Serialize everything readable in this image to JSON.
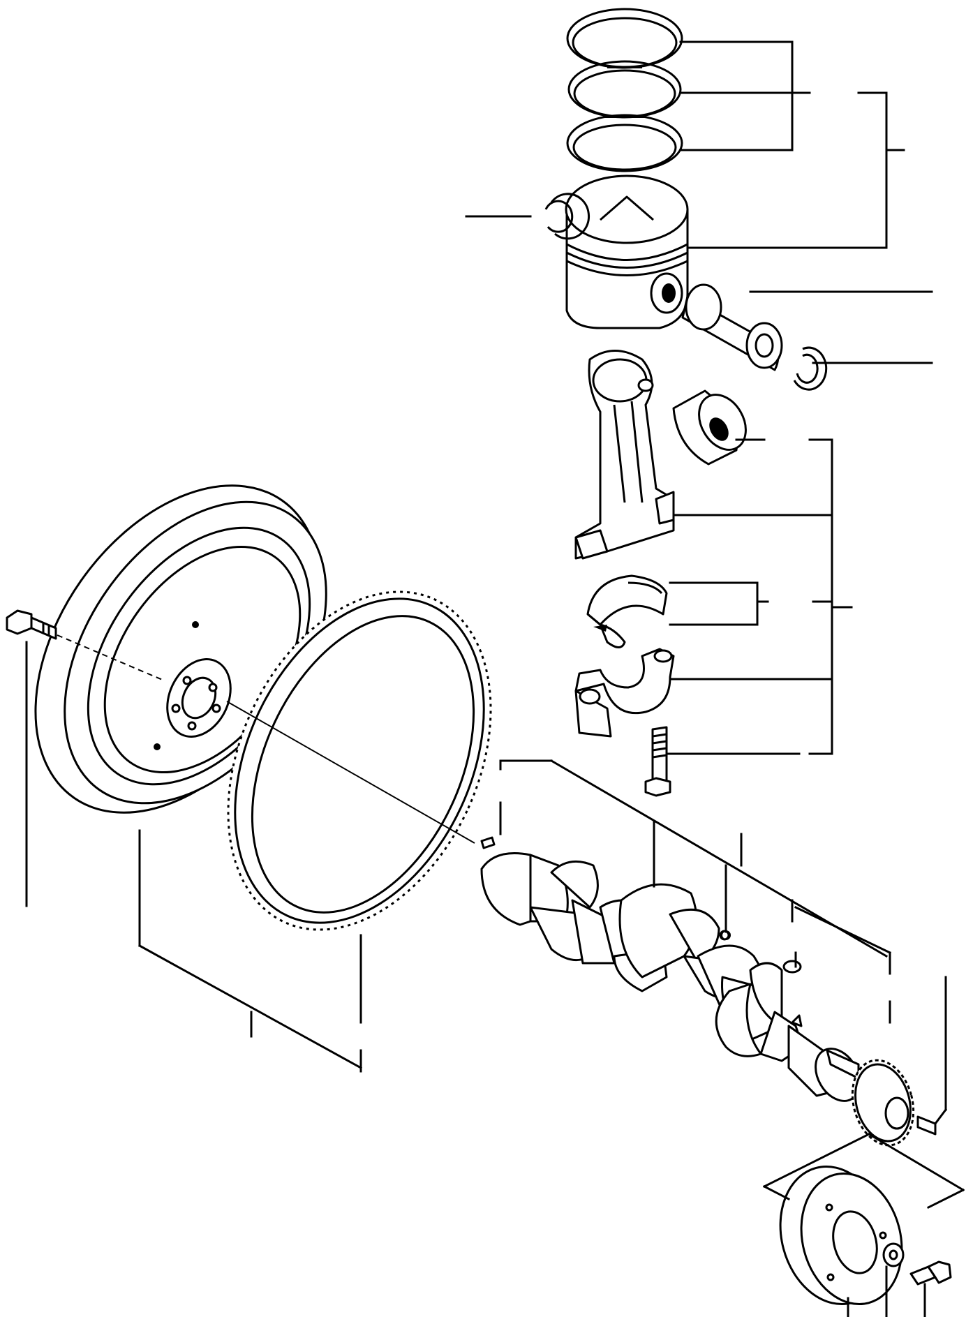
{
  "diagram": {
    "type": "exploded-parts-diagram",
    "colors": {
      "ink": "#000000",
      "paper": "#ffffff"
    },
    "parts": [
      {
        "name": "piston-ring-set",
        "icon": "piston-rings-icon"
      },
      {
        "name": "piston",
        "icon": "piston-icon"
      },
      {
        "name": "snap-ring-left",
        "icon": "snap-ring-icon"
      },
      {
        "name": "piston-pin",
        "icon": "pin-icon"
      },
      {
        "name": "snap-ring-right",
        "icon": "snap-ring-icon"
      },
      {
        "name": "small-end-bushing",
        "icon": "bushing-icon"
      },
      {
        "name": "connecting-rod",
        "icon": "connecting-rod-icon"
      },
      {
        "name": "bearing-shells",
        "icon": "bearing-icon"
      },
      {
        "name": "rod-cap",
        "icon": "rod-cap-icon"
      },
      {
        "name": "rod-bolt",
        "icon": "bolt-icon"
      },
      {
        "name": "flywheel",
        "icon": "flywheel-icon"
      },
      {
        "name": "flywheel-bolt",
        "icon": "bolt-icon"
      },
      {
        "name": "ring-gear",
        "icon": "ring-gear-icon"
      },
      {
        "name": "crankshaft",
        "icon": "crankshaft-icon"
      },
      {
        "name": "crank-gear",
        "icon": "gear-icon"
      },
      {
        "name": "pulley",
        "icon": "pulley-icon"
      },
      {
        "name": "washer",
        "icon": "washer-icon"
      },
      {
        "name": "pulley-bolt",
        "icon": "bolt-icon"
      }
    ]
  }
}
